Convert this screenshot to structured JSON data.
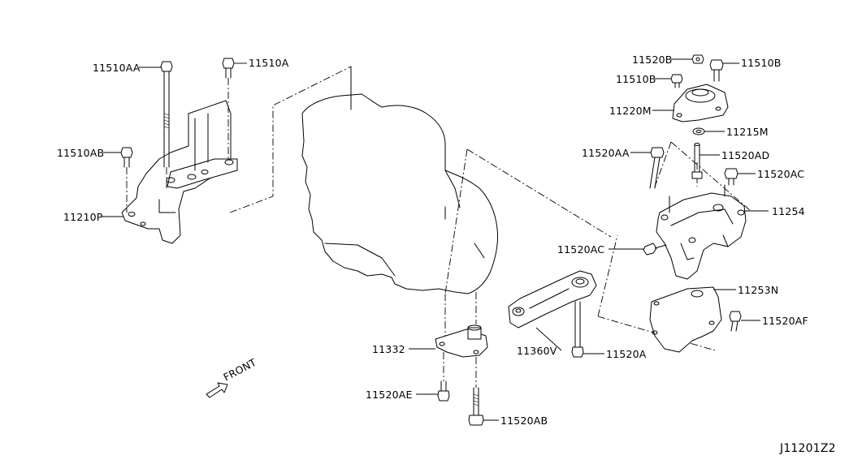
{
  "diagram_id": "J11201Z2",
  "direction_label": "FRONT",
  "parts": {
    "p11510AA": "11510AA",
    "p11510A": "11510A",
    "p11510AB": "11510AB",
    "p11210P": "11210P",
    "p11520B": "11520B",
    "p11510B_left": "11510B",
    "p11510B_right": "11510B",
    "p11220M": "11220M",
    "p11215M": "11215M",
    "p11520AA": "11520AA",
    "p11520AD": "11520AD",
    "p11520AC_right": "11520AC",
    "p11254": "11254",
    "p11520AC_left": "11520AC",
    "p11253N": "11253N",
    "p11520AF": "11520AF",
    "p11332": "11332",
    "p11360V": "11360V",
    "p11520A": "11520A",
    "p11520AE": "11520AE",
    "p11520AB": "11520AB"
  }
}
